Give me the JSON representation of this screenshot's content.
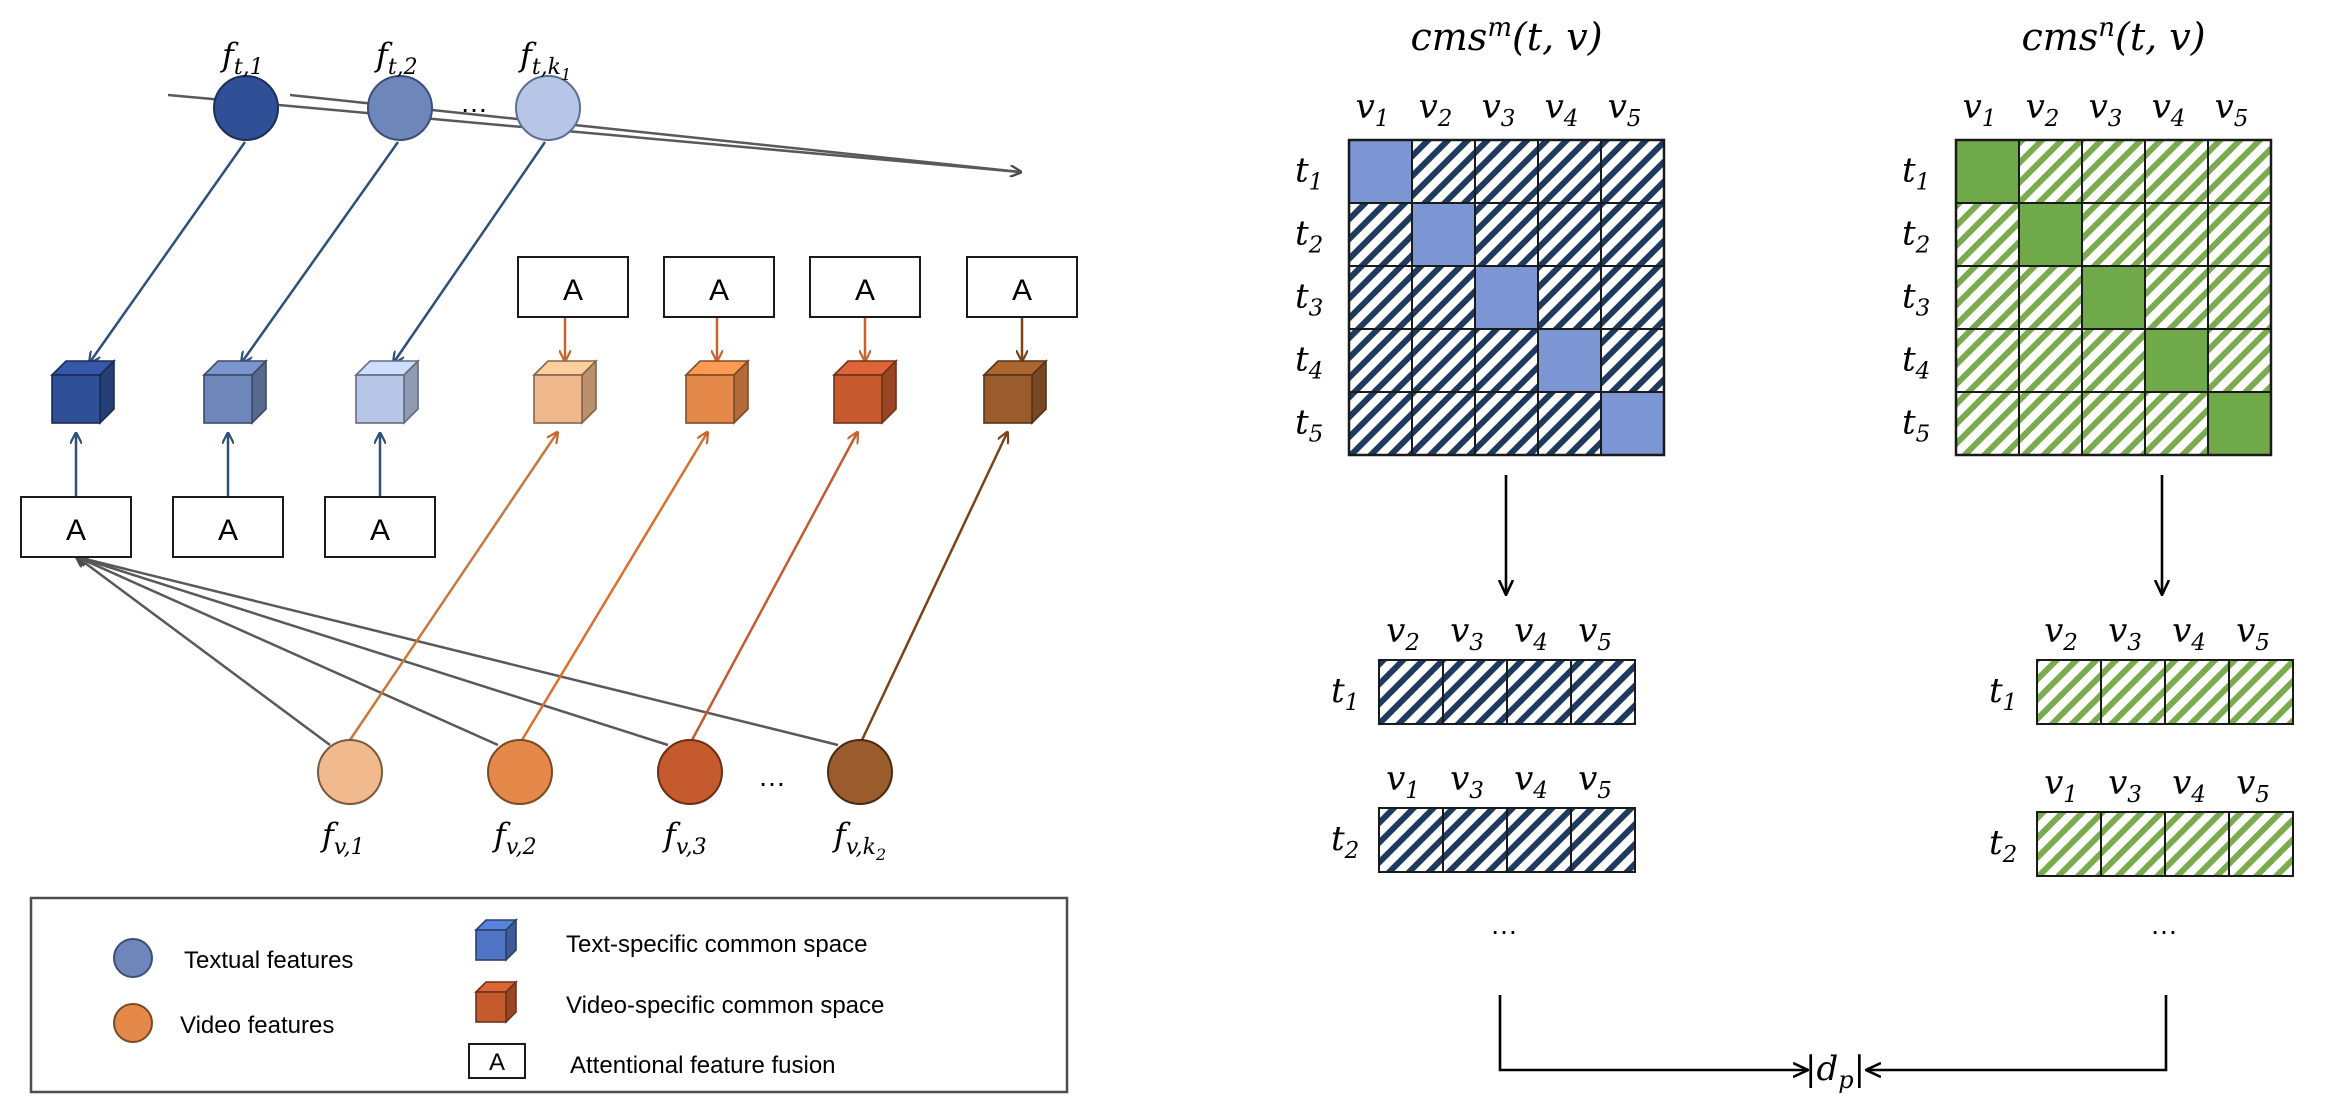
{
  "left": {
    "text_features": [
      {
        "base": "f",
        "sub": "t,1",
        "color": "#2f4f96"
      },
      {
        "base": "f",
        "sub": "t,2",
        "color": "#6e86b9"
      },
      {
        "base": "f",
        "sub": "t,k",
        "sub2": "1",
        "color": "#b7c6e6"
      }
    ],
    "text_dots": "…",
    "video_features": [
      {
        "base": "f",
        "sub": "v,1",
        "color": "#f1b98e"
      },
      {
        "base": "f",
        "sub": "v,2",
        "color": "#e5894a"
      },
      {
        "base": "f",
        "sub": "v,3",
        "color": "#c65a2f"
      },
      {
        "base": "f",
        "sub": "v,k",
        "sub2": "2",
        "color": "#9a5c2c"
      }
    ],
    "video_dots": "…",
    "fusion_label": "A",
    "text_cube_colors": [
      "#2f4f96",
      "#6e86b9",
      "#b7c6e6"
    ],
    "video_cube_colors": [
      "#efb88c",
      "#e5894a",
      "#c65a2f",
      "#9a5c2c"
    ],
    "arrow_text_color": "#2f4f7a",
    "arrow_gray_color": "#595959",
    "arrow_video_colors": [
      "#c8783c",
      "#d9702e",
      "#c65a2f",
      "#7b4318"
    ]
  },
  "legend": {
    "items": [
      {
        "label": "Textual features",
        "icon": "circle-icon",
        "color": "#6e86b9"
      },
      {
        "label": "Video features",
        "icon": "circle-icon",
        "color": "#e5894a"
      },
      {
        "label": "Text-specific common space",
        "icon": "cube-icon",
        "color": "#4f74c4"
      },
      {
        "label": "Video-specific common space",
        "icon": "cube-icon",
        "color": "#c65a2f"
      },
      {
        "label": "Attentional feature fusion",
        "icon": "box-icon",
        "text": "A"
      }
    ]
  },
  "matrices": [
    {
      "title": "cms",
      "title_sup": "m",
      "title_args": "(t, v)",
      "fill_color": "#7b96d2",
      "stripe_color": "#1f3a5f",
      "cols": [
        "1",
        "2",
        "3",
        "4",
        "5"
      ],
      "rows": [
        "1",
        "2",
        "3",
        "4",
        "5"
      ],
      "row_t1_cols": [
        "2",
        "3",
        "4",
        "5"
      ],
      "row_t2_cols": [
        "1",
        "3",
        "4",
        "5"
      ],
      "dots": "…"
    },
    {
      "title": "cms",
      "title_sup": "n",
      "title_args": "(t, v)",
      "fill_color": "#6fa94a",
      "stripe_color": "#77a84c",
      "cols": [
        "1",
        "2",
        "3",
        "4",
        "5"
      ],
      "rows": [
        "1",
        "2",
        "3",
        "4",
        "5"
      ],
      "row_t1_cols": [
        "2",
        "3",
        "4",
        "5"
      ],
      "row_t2_cols": [
        "1",
        "3",
        "4",
        "5"
      ],
      "dots": "…"
    }
  ],
  "distance_label": "|d",
  "distance_sub": "p",
  "distance_close": "|"
}
